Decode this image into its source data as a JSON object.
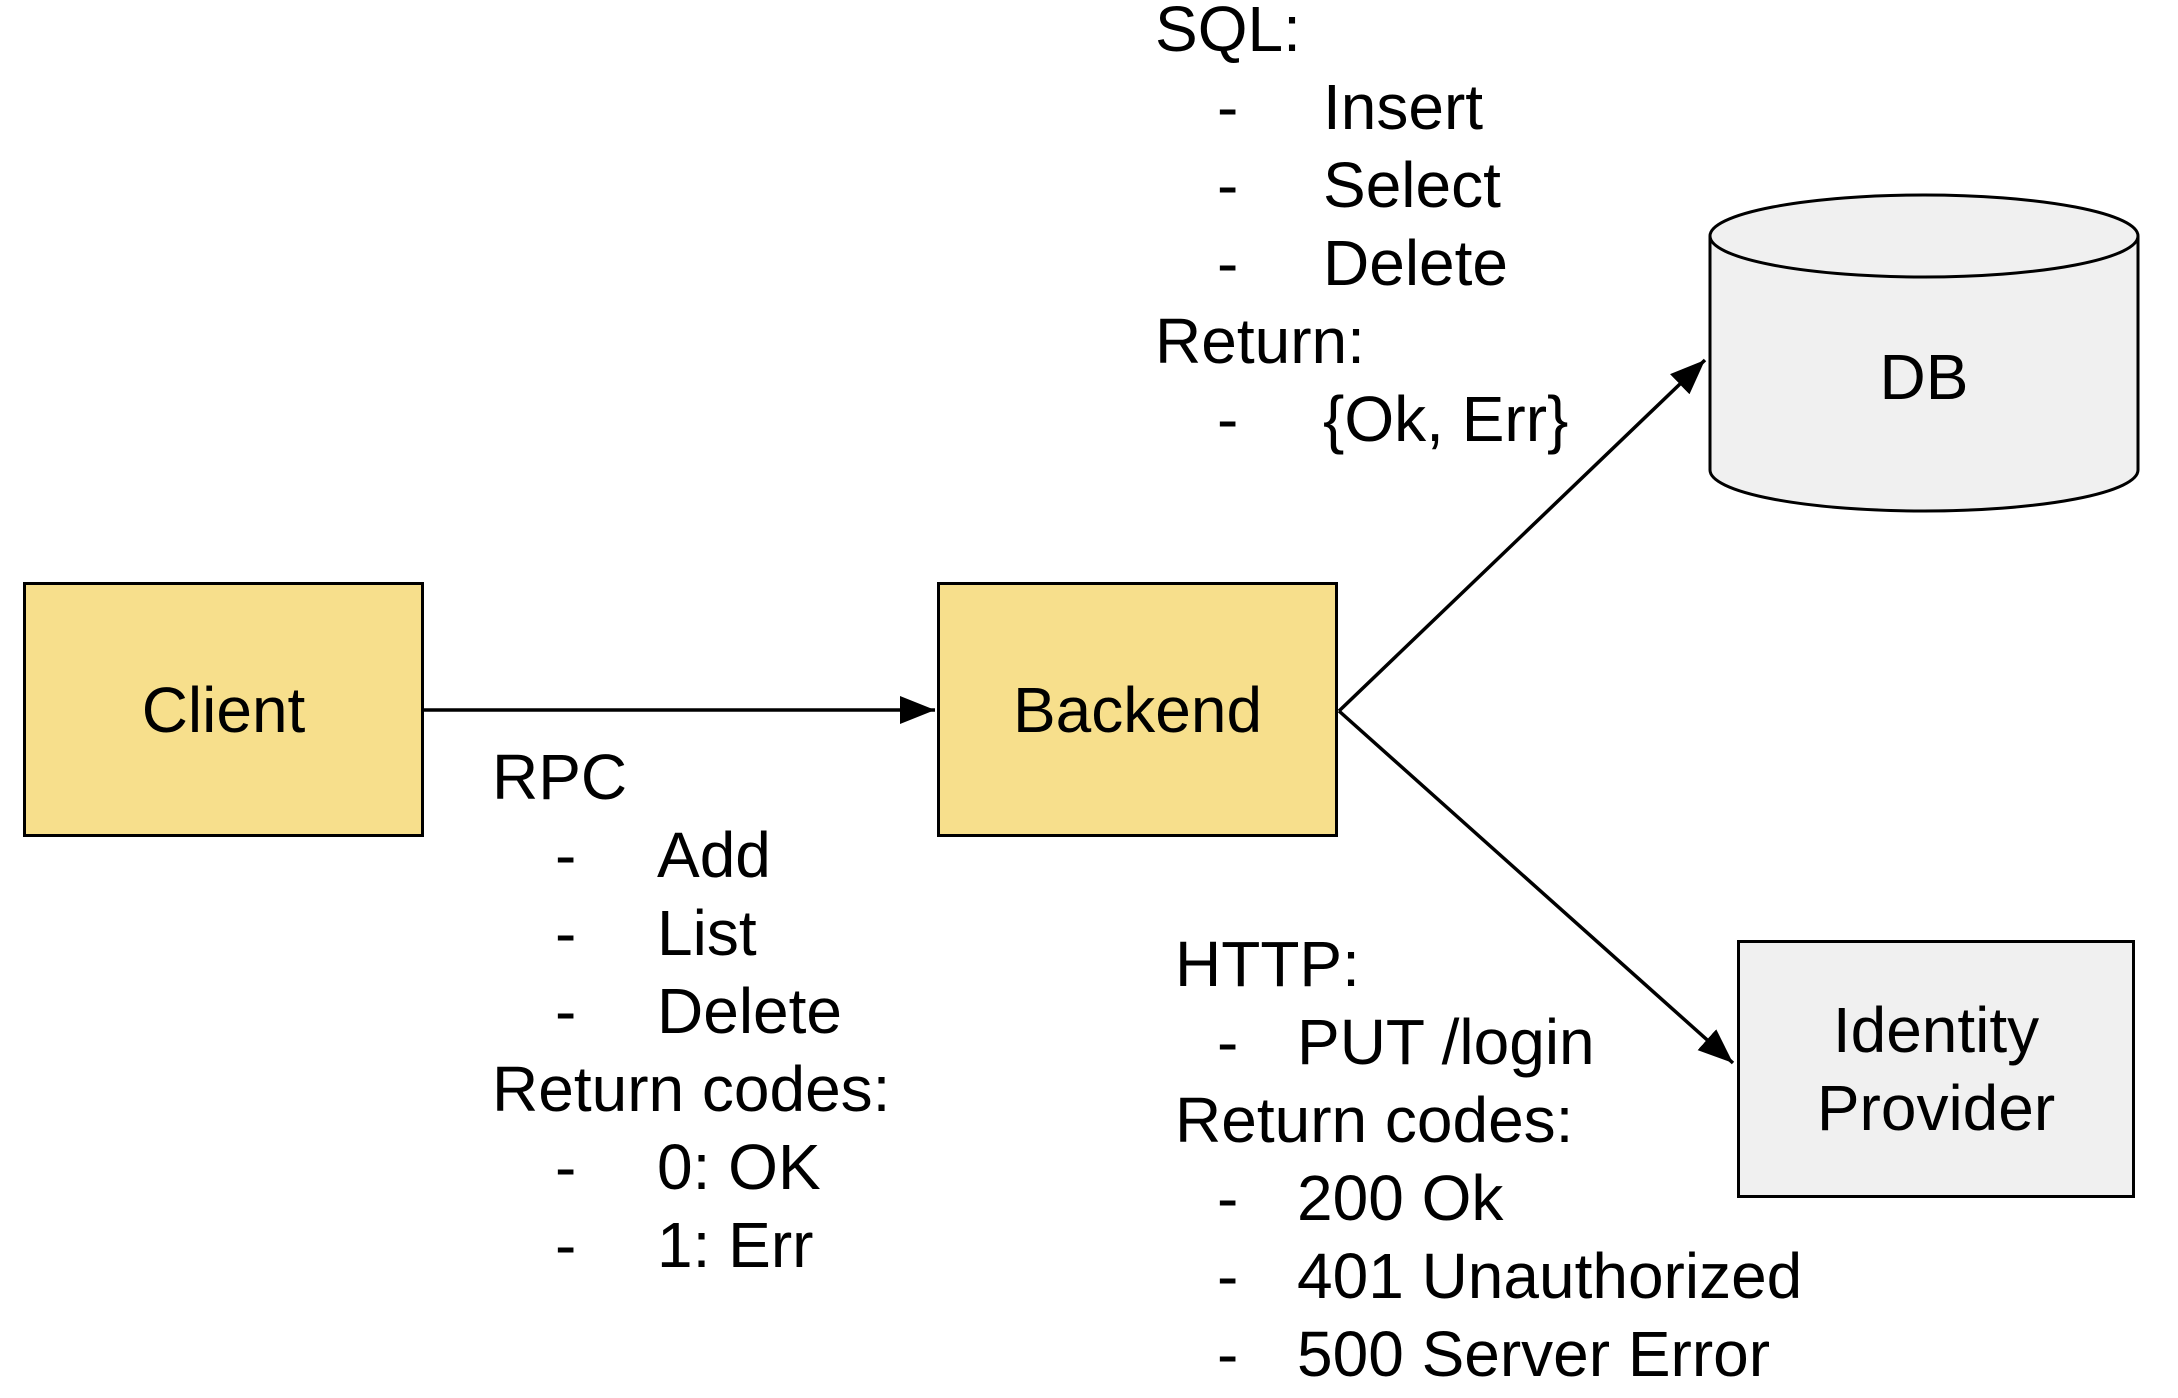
{
  "nodes": {
    "client": {
      "label": "Client"
    },
    "backend": {
      "label": "Backend"
    },
    "db": {
      "label": "DB"
    },
    "identity_provider": {
      "label": "Identity Provider"
    }
  },
  "bullet_char": "-",
  "annotations": {
    "rpc": {
      "title": "RPC",
      "calls": [
        "Add",
        "List",
        "Delete"
      ],
      "return_title": "Return codes:",
      "returns": [
        "0: OK",
        "1: Err"
      ]
    },
    "sql": {
      "title": "SQL:",
      "calls": [
        "Insert",
        "Select",
        "Delete"
      ],
      "return_title": "Return:",
      "returns": [
        "{Ok, Err}"
      ]
    },
    "http": {
      "title": "HTTP:",
      "calls": [
        "PUT /login"
      ],
      "return_title": "Return codes:",
      "returns": [
        "200 Ok",
        "401 Unauthorized",
        "500 Server Error"
      ]
    }
  },
  "colors": {
    "node_fill_primary": "#F7DF8C",
    "node_fill_secondary": "#F0F0F0",
    "stroke": "#000000",
    "text": "#000000",
    "background": "#FFFFFF"
  }
}
